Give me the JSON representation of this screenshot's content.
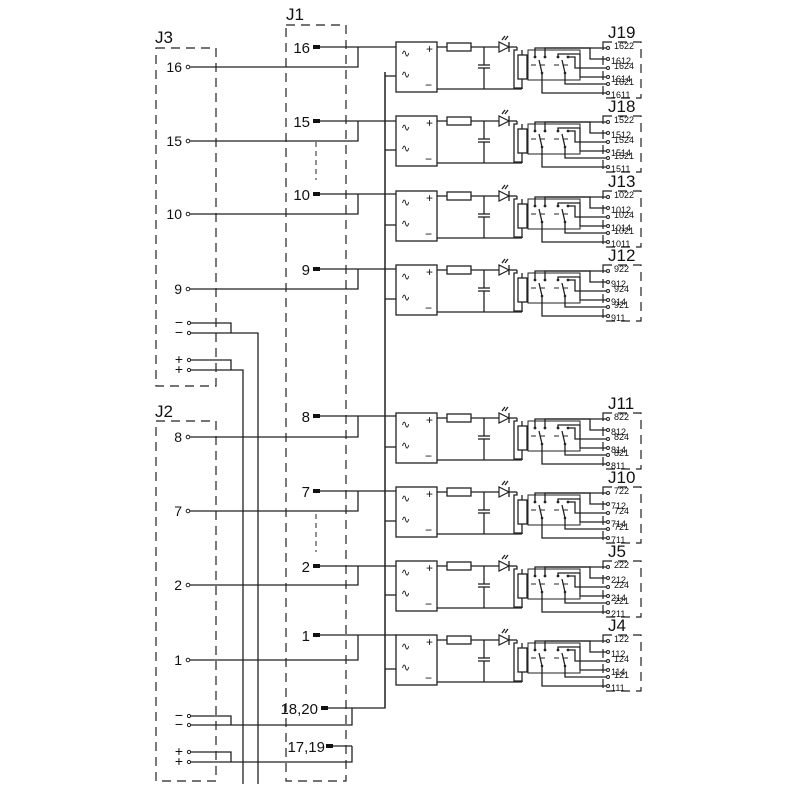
{
  "diagram": {
    "title": "Relay module wiring diagram",
    "connectors": {
      "J3": {
        "label": "J3",
        "pins": [
          "16",
          "15",
          "10",
          "9"
        ],
        "supply": [
          "−",
          "−",
          "+",
          "+"
        ]
      },
      "J2": {
        "label": "J2",
        "pins": [
          "8",
          "7",
          "2",
          "1"
        ],
        "supply": [
          "−",
          "−",
          "+",
          "+"
        ]
      },
      "J1": {
        "label": "J1",
        "pins": [
          "16",
          "15",
          "10",
          "9",
          "8",
          "7",
          "2",
          "1"
        ],
        "common_minus": "18,20",
        "common_plus": "17,19"
      }
    },
    "module_symbols": {
      "ac_input": "∿",
      "plus": "+",
      "minus": "−"
    },
    "channels": [
      {
        "input": "16",
        "output": "J19",
        "contacts": [
          "1622",
          "1612",
          "1624",
          "1614",
          "1621",
          "1611"
        ]
      },
      {
        "input": "15",
        "output": "J18",
        "contacts": [
          "1522",
          "1512",
          "1524",
          "1514",
          "1521",
          "1511"
        ]
      },
      {
        "input": "10",
        "output": "J13",
        "contacts": [
          "1022",
          "1012",
          "1024",
          "1014",
          "1021",
          "1011"
        ]
      },
      {
        "input": "9",
        "output": "J12",
        "contacts": [
          "922",
          "912",
          "924",
          "914",
          "921",
          "911"
        ]
      },
      {
        "input": "8",
        "output": "J11",
        "contacts": [
          "822",
          "812",
          "824",
          "814",
          "821",
          "811"
        ]
      },
      {
        "input": "7",
        "output": "J10",
        "contacts": [
          "722",
          "712",
          "724",
          "714",
          "721",
          "711"
        ]
      },
      {
        "input": "2",
        "output": "J5",
        "contacts": [
          "222",
          "212",
          "224",
          "214",
          "221",
          "211"
        ]
      },
      {
        "input": "1",
        "output": "J4",
        "contacts": [
          "122",
          "112",
          "124",
          "114",
          "121",
          "111"
        ]
      }
    ],
    "icons": [
      "terminal-pin-icon",
      "ac-input-icon",
      "resistor-icon",
      "capacitor-icon",
      "led-icon",
      "relay-coil-icon",
      "changeover-contact-icon"
    ]
  }
}
